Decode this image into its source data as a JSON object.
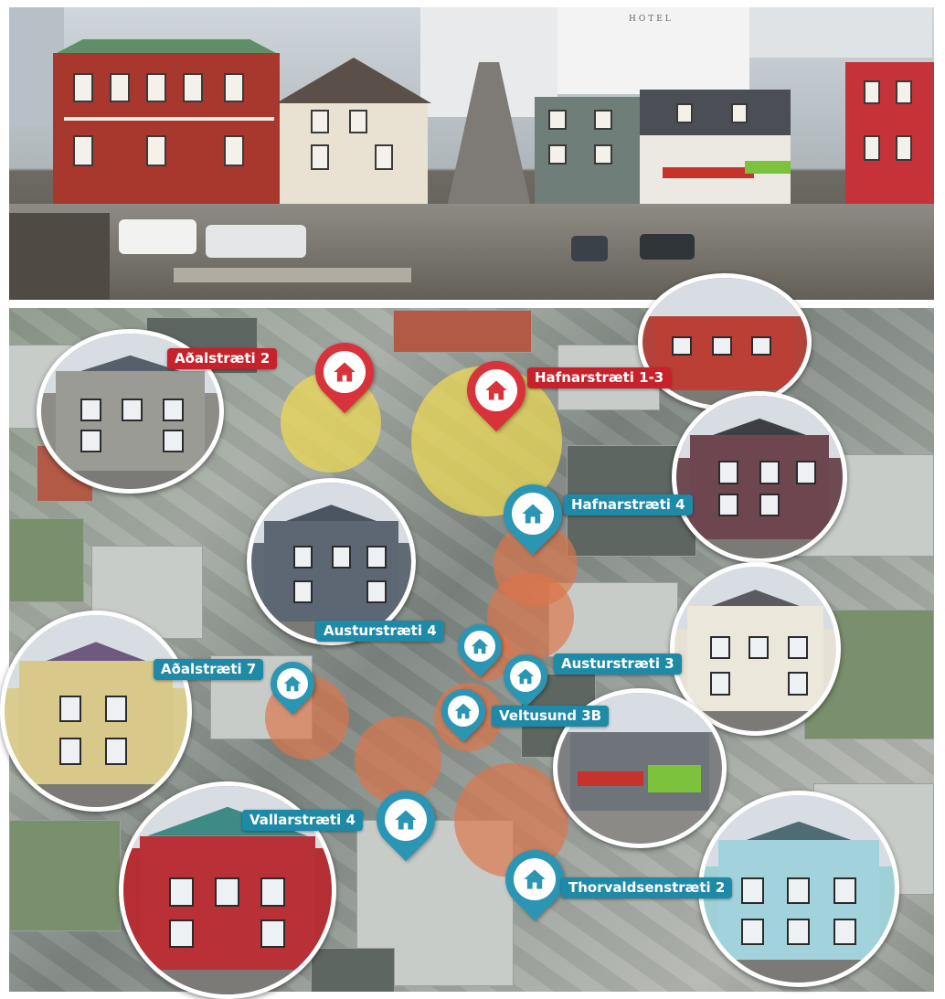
{
  "colors": {
    "red_marker": "#d8333a",
    "red_label": "#c7222b",
    "blue_marker": "#2a96b4",
    "blue_label": "#1f8aa7",
    "yellow_zone": "#e8d65a",
    "orange_zone": "#dd754a"
  },
  "photo": {
    "hotel_sign": "HOTEL"
  },
  "markers": [
    {
      "label": "Aðalstræti 2",
      "color": "red",
      "icon": "house-icon"
    },
    {
      "label": "Hafnarstræti 1-3",
      "color": "red",
      "icon": "house-icon"
    },
    {
      "label": "Hafnarstræti 4",
      "color": "blue",
      "icon": "house-icon"
    },
    {
      "label": "Austurstræti 4",
      "color": "blue",
      "icon": "house-icon"
    },
    {
      "label": "Austurstræti 3",
      "color": "blue",
      "icon": "house-icon"
    },
    {
      "label": "Aðalstræti 7",
      "color": "blue",
      "icon": "house-icon"
    },
    {
      "label": "Veltusund 3B",
      "color": "blue",
      "icon": "house-icon"
    },
    {
      "label": "Vallarstræti 4",
      "color": "blue",
      "icon": "house-icon"
    },
    {
      "label": "Thorvaldsenstræti 2",
      "color": "blue",
      "icon": "house-icon"
    }
  ]
}
